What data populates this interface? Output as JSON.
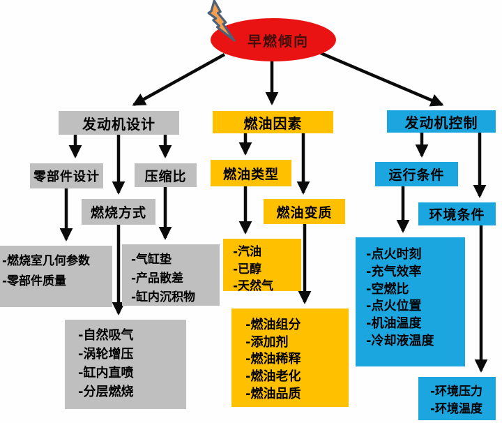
{
  "root_label": "早燃倾向",
  "design": {
    "header": "发动机设计",
    "parts": "零部件设计",
    "compression": "压缩比",
    "mode": "燃烧方式",
    "leaf_geometry": [
      "-燃烧室几何参数",
      "-零部件质量"
    ],
    "leaf_gasket": [
      "-气缸垫",
      "-产品散差",
      "-缸内沉积物"
    ],
    "leaf_aspiration": [
      "-自然吸气",
      "-涡轮增压",
      "-缸内直喷",
      "-分层燃烧"
    ]
  },
  "fuel": {
    "header": "燃油因素",
    "type": "燃油类型",
    "degradation": "燃油变质",
    "leaf_types": [
      "-汽油",
      "-已醇",
      "-天然气"
    ],
    "leaf_quality": [
      "-燃油组分",
      "-添加剂",
      "-燃油稀释",
      "-燃油老化",
      "-燃油品质"
    ]
  },
  "control": {
    "header": "发动机控制",
    "operating": "运行条件",
    "environment": "环境条件",
    "leaf_operating": [
      "-点火时刻",
      "-充气效率",
      "-空燃比",
      "-点火位置",
      "-机油温度",
      "-冷却液温度"
    ],
    "leaf_environment": [
      "-环境压力",
      "-环境温度"
    ]
  },
  "colors": {
    "root_red": "#ea1313",
    "root_text": "#3d0e08",
    "design_gray": "#bfbfbf",
    "fuel_yellow": "#ffc000",
    "control_blue": "#1ba6e0",
    "arrow_black": "#0a0a0a",
    "bolt_fill": "#f2a050",
    "bolt_stroke": "#4e6076"
  }
}
